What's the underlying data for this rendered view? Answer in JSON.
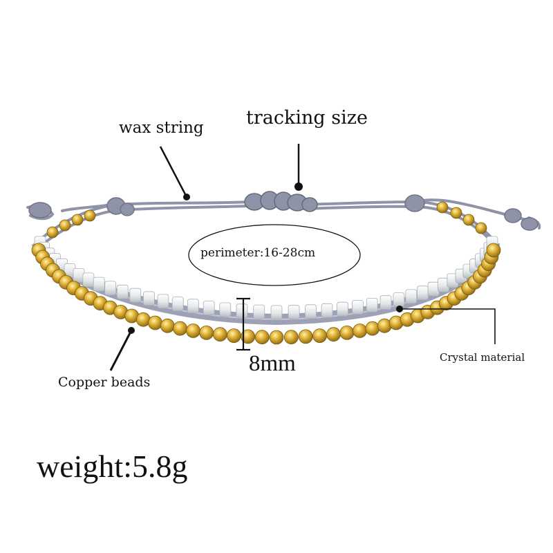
{
  "product": {
    "name": "beaded bracelet",
    "colors": {
      "cord": "#8f93a8",
      "gold": "#c9a12a",
      "crystal": "#e9ecee",
      "text": "#111111"
    }
  },
  "labels": {
    "wax_string": "wax string",
    "tracking_size": "tracking size",
    "perimeter": "perimeter:16-28cm",
    "crystal_material": "Crystal material",
    "copper_beads": "Copper beads",
    "width": "8mm",
    "weight": "weight:5.8g"
  }
}
